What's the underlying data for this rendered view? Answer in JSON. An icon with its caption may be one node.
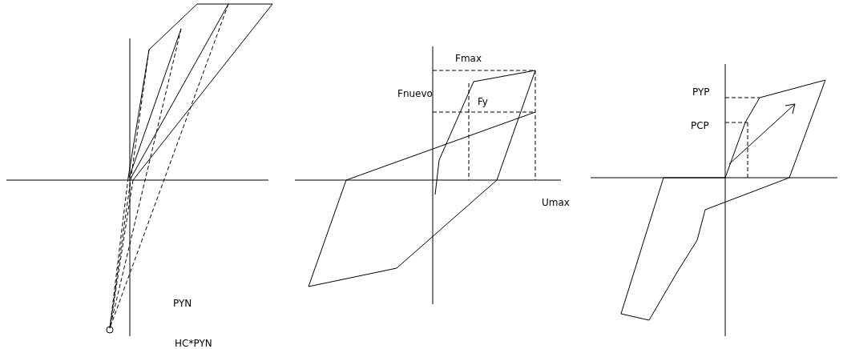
{
  "diagram": {
    "labels": [
      "Fmax",
      "Fnuevo",
      "Fy",
      "PYP",
      "PCP",
      "Umax",
      "PYN",
      "HC*PYN"
    ]
  }
}
